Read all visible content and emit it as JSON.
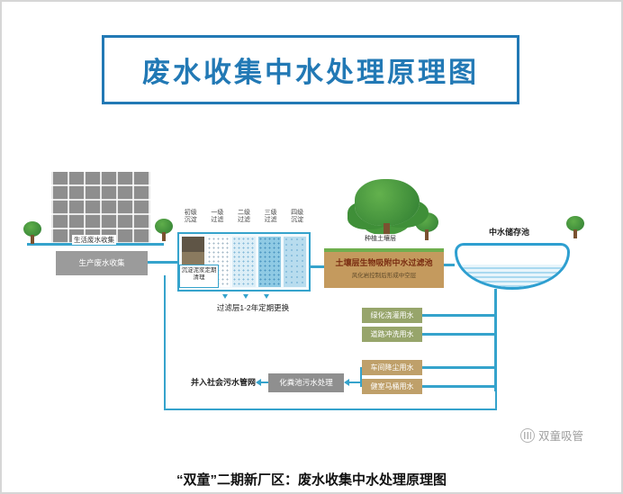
{
  "colors": {
    "title_blue": "#2279b5",
    "pipe_blue": "#35a3cc",
    "soil_tan": "#c49a5e",
    "grass_green": "#6fae4e",
    "use_green": "#97a56b",
    "use_tan": "#bfa06a",
    "septic_gray": "#8f8f8f"
  },
  "header": {
    "title": "废水收集中水处理原理图"
  },
  "diagram": {
    "building": {
      "domestic_label": "生活废水收集",
      "production_label": "生产废水收集"
    },
    "tanks": {
      "labels": [
        "初级沉淀",
        "一级过滤",
        "二级过滤",
        "三级过滤",
        "四级沉淀"
      ],
      "sludge_note": "沉淀泥浆定期清理",
      "filter_note": "过滤层1-2年定期更换"
    },
    "soil_pool": {
      "surface_label": "种植土壤层",
      "title": "土壤层生物吸附中水过滤池",
      "subtitle": "风化岩控制后形成中空层"
    },
    "storage_pool": {
      "label": "中水储存池"
    },
    "uses": [
      {
        "label": "绿化浇灌用水"
      },
      {
        "label": "道路冲洗用水"
      },
      {
        "label": "车间降尘用水"
      },
      {
        "label": "健室马桶用水"
      }
    ],
    "septic": {
      "label": "化粪池污水处理"
    },
    "sewer_label": "并入社会污水管网"
  },
  "footer": {
    "caption": "“双童”二期新厂区：废水收集中水处理原理图",
    "watermark": "双童吸管"
  }
}
